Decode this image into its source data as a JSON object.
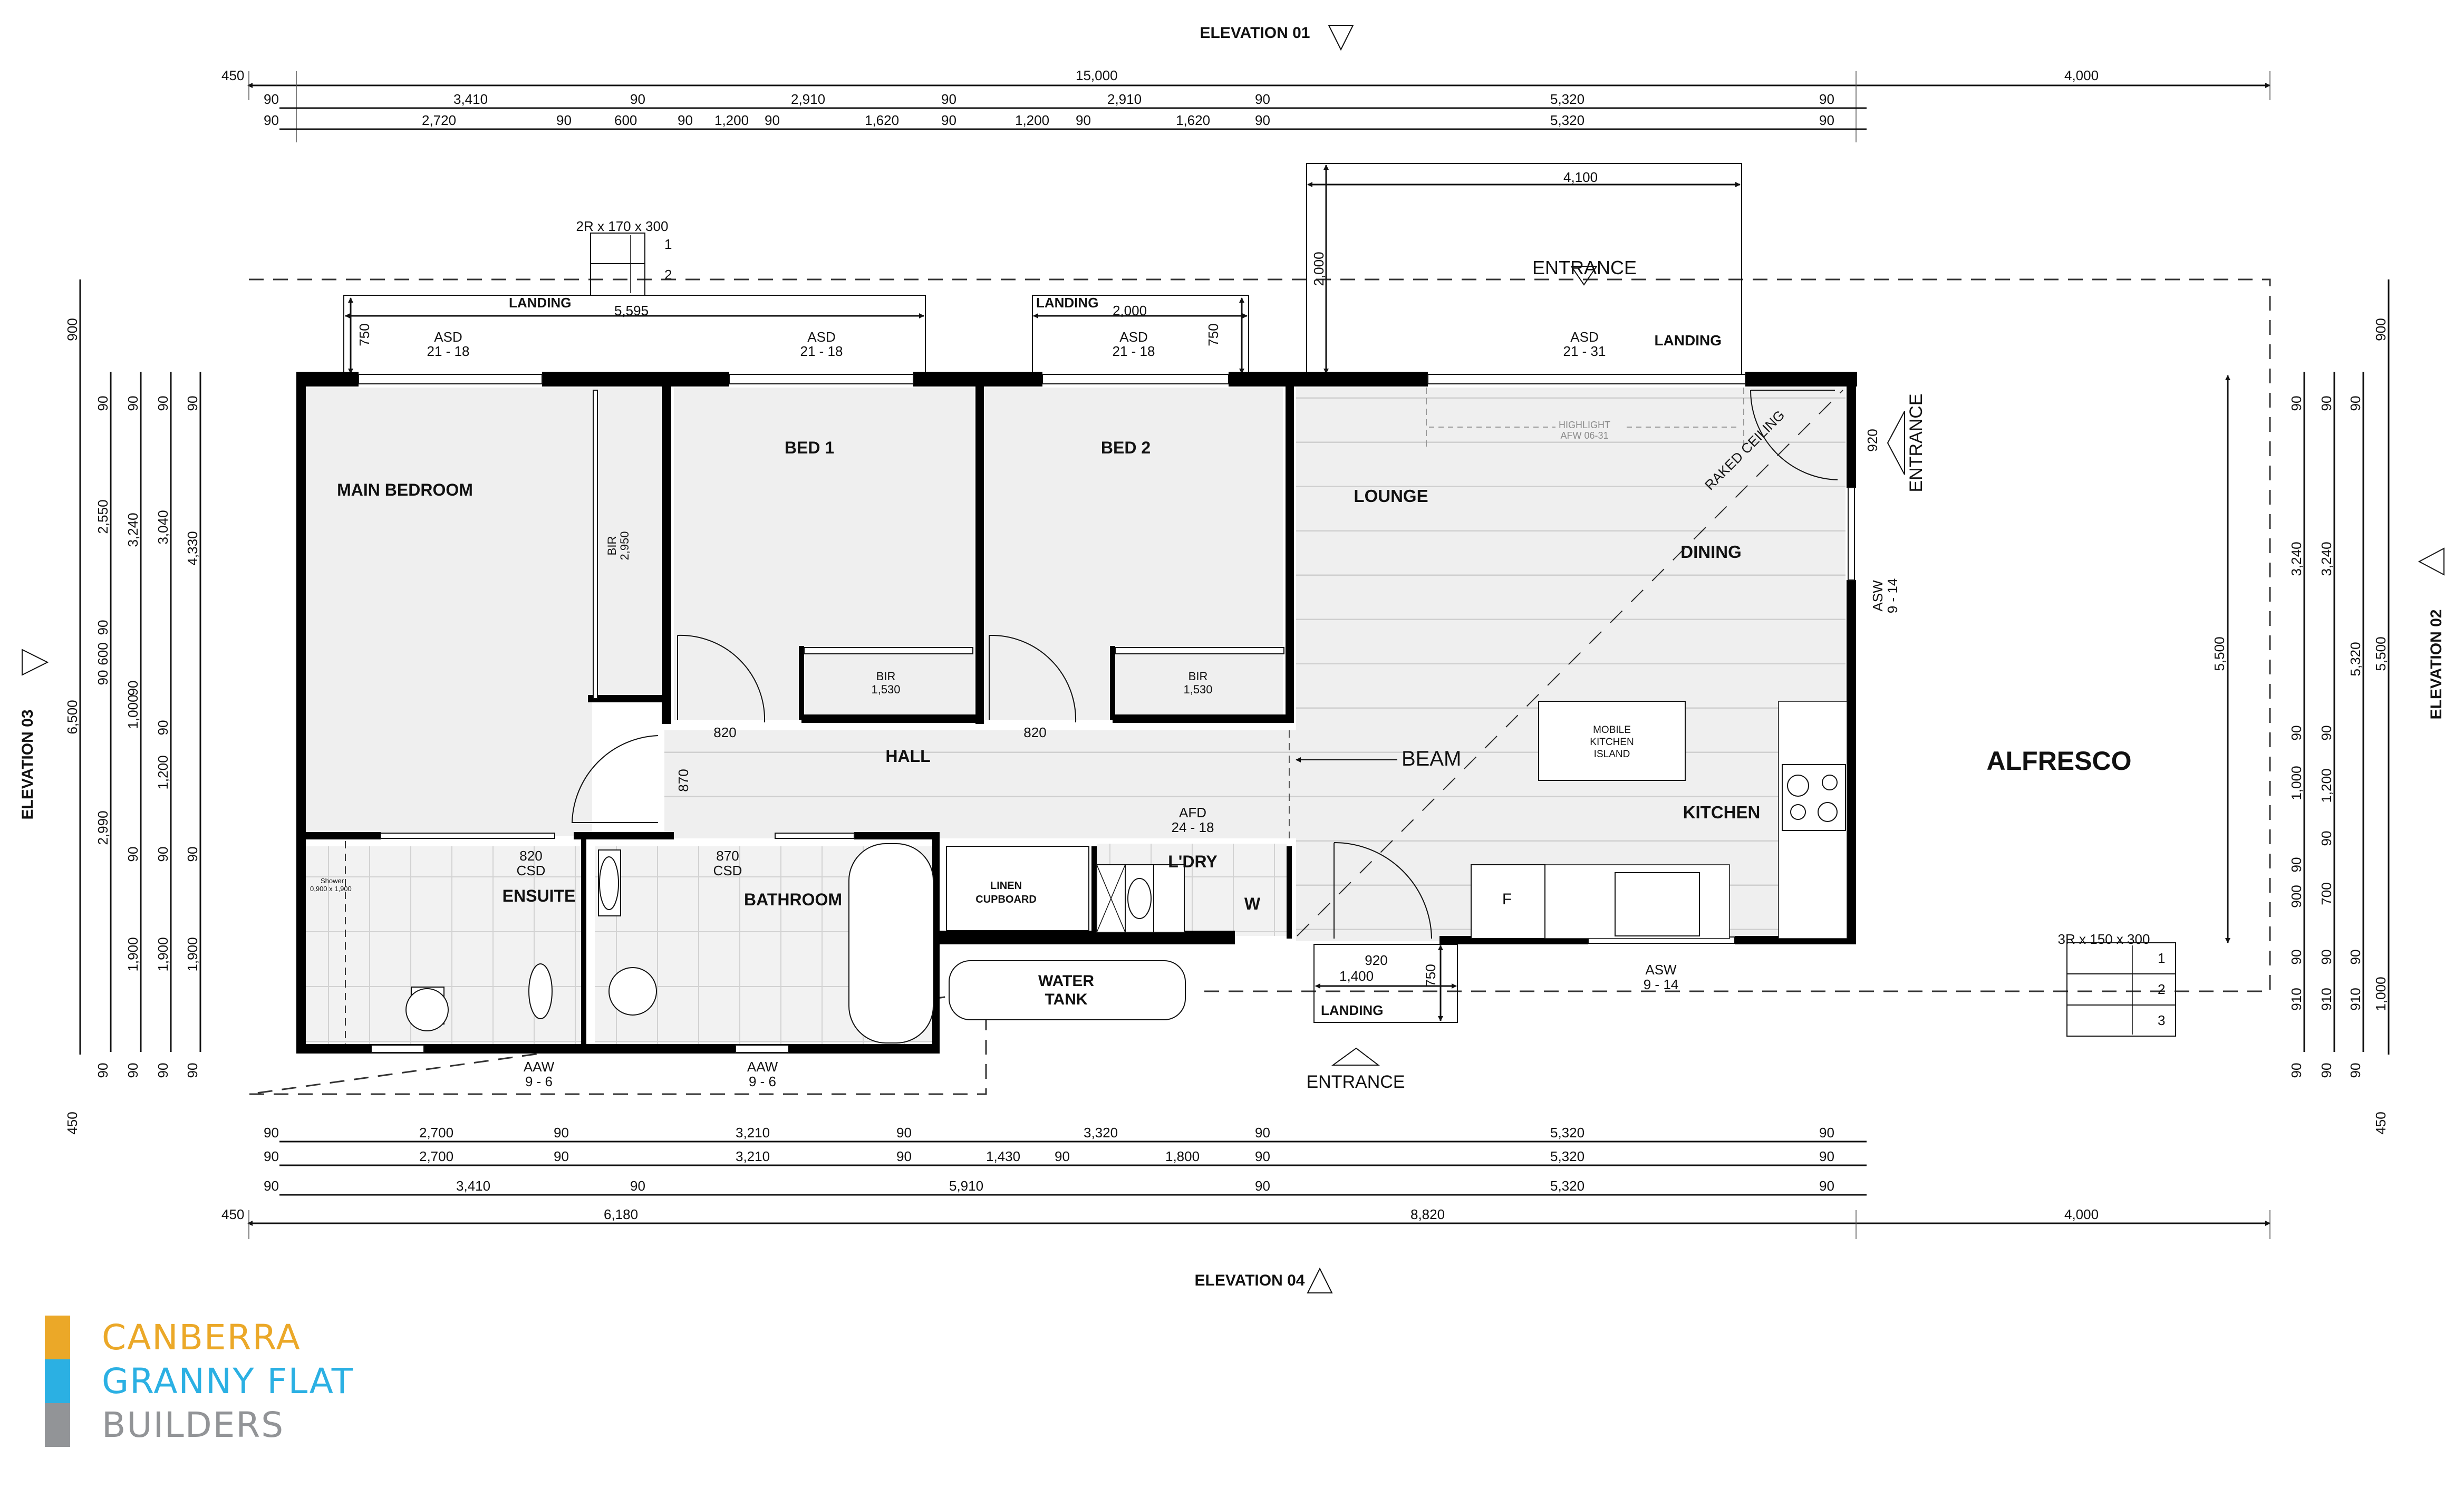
{
  "plan": {
    "elevations": {
      "top": "ELEVATION 01",
      "bottom": "ELEVATION 04",
      "left": "ELEVATION 03",
      "right": "ELEVATION 02"
    },
    "rooms": {
      "main_bedroom": "MAIN BEDROOM",
      "bed1": "BED 1",
      "bed2": "BED 2",
      "lounge": "LOUNGE",
      "dining": "DINING",
      "kitchen": "KITCHEN",
      "hall": "HALL",
      "ensuite": "ENSUITE",
      "bathroom": "BATHROOM",
      "linen": [
        "LINEN",
        "CUPBOARD"
      ],
      "laundry": "L'DRY",
      "alfresco": "ALFRESCO",
      "water_tank": [
        "WATER",
        "TANK"
      ]
    },
    "labels": {
      "landing": "LANDING",
      "entrance": "ENTRANCE",
      "beam": "BEAM",
      "raked_ceiling": "RAKED CEILING",
      "mobile_island": [
        "MOBILE",
        "KITCHEN",
        "ISLAND"
      ],
      "highlight": [
        "HIGHLIGHT",
        "AFW 06-31"
      ],
      "fridge": "F",
      "washer": "W",
      "shower": [
        "Shower",
        "0,900 x 1,900"
      ],
      "bir_main": [
        "BIR",
        "2,950"
      ],
      "bir_bed1": [
        "BIR",
        "1,530"
      ],
      "bir_bed2": [
        "BIR",
        "1,530"
      ],
      "steps_top": "2R x 170 x 300",
      "steps_right": "3R x 150 x 300",
      "step_numbers": [
        "1",
        "2",
        "3"
      ]
    },
    "openings": {
      "asd_main": [
        "ASD",
        "21 - 18"
      ],
      "asd_bed1": [
        "ASD",
        "21 - 18"
      ],
      "asd_bed2": [
        "ASD",
        "21 - 18"
      ],
      "asd_lounge": [
        "ASD",
        "21 - 31"
      ],
      "asw_east": [
        "ASW",
        "9 - 14"
      ],
      "asw_south": [
        "ASW",
        "9 - 14"
      ],
      "aaw_ensuite": [
        "AAW",
        "9 - 6"
      ],
      "aaw_bath": [
        "AAW",
        "9 - 6"
      ],
      "afd_laundry": [
        "AFD",
        "24 - 18"
      ],
      "csd_ensuite": [
        "820",
        "CSD"
      ],
      "csd_bath": [
        "870",
        "CSD"
      ],
      "door_bed1": "820",
      "door_bed2": "820",
      "door_main": "870",
      "door_entry_east": "920",
      "door_entry_south": "920"
    },
    "landings": {
      "west_width": "5,595",
      "west_depth": "750",
      "mid_width": "2,000",
      "mid_depth": "750",
      "deck_width": "4,100",
      "deck_depth": "2,000",
      "south_width": "1,400",
      "south_depth": "750"
    },
    "dims_top": {
      "row1": [
        "450",
        "15,000",
        "4,000"
      ],
      "row2": [
        "90",
        "3,410",
        "90",
        "2,910",
        "90",
        "2,910",
        "90",
        "5,320",
        "90"
      ],
      "row3": [
        "90",
        "2,720",
        "90",
        "600",
        "90",
        "1,200",
        "90",
        "1,620",
        "90",
        "1,200",
        "90",
        "1,620",
        "90",
        "5,320",
        "90"
      ]
    },
    "dims_bottom": {
      "row1": [
        "90",
        "2,700",
        "90",
        "3,210",
        "90",
        "3,320",
        "90",
        "5,320",
        "90"
      ],
      "row2": [
        "90",
        "2,700",
        "90",
        "3,210",
        "90",
        "1,430",
        "90",
        "1,800",
        "90",
        "5,320",
        "90"
      ],
      "row3": [
        "90",
        "3,410",
        "90",
        "5,910",
        "90",
        "5,320",
        "90"
      ],
      "row4": [
        "450",
        "6,180",
        "8,820",
        "4,000"
      ]
    },
    "dims_left": {
      "overall": [
        "900",
        "6,500",
        "450"
      ],
      "col1": [
        "90",
        "2,550",
        "90",
        "600",
        "90",
        "2,990",
        "90"
      ],
      "col2": [
        "90",
        "3,240",
        "90",
        "1,000",
        "90",
        "1,900",
        "90"
      ],
      "col3": [
        "90",
        "3,040",
        "90",
        "1,200",
        "90",
        "1,900",
        "90"
      ],
      "col4": [
        "90",
        "4,330",
        "90",
        "1,900",
        "90"
      ]
    },
    "dims_right": {
      "overall": [
        "900",
        "5,500",
        "1,000",
        "450"
      ],
      "col1": [
        "90",
        "3,240",
        "90",
        "1,000",
        "90",
        "900",
        "90",
        "910",
        "90"
      ],
      "col2": [
        "90",
        "3,240",
        "90",
        "1,200",
        "90",
        "700",
        "90",
        "910",
        "90"
      ],
      "col3": [
        "90",
        "5,320",
        "90",
        "910",
        "90"
      ],
      "alfresco_depth": "5,500"
    }
  },
  "logo": {
    "line1": "CANBERRA",
    "line2": "GRANNY FLAT",
    "line3": "BUILDERS",
    "colors": {
      "orange": "#EBA828",
      "blue": "#2BB0E3",
      "grey": "#929497"
    }
  }
}
